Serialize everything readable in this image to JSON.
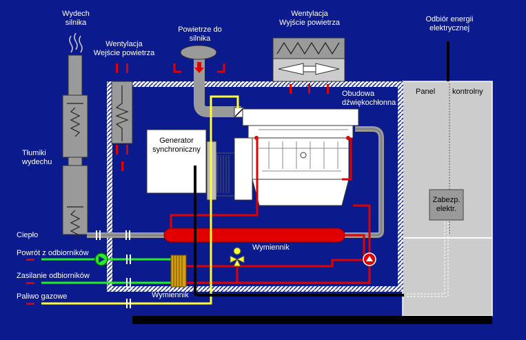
{
  "labels": {
    "exhaust_outlet": [
      "Wydech",
      "silnika"
    ],
    "ventilation_in": [
      "Wentylacja",
      "Wejście powietrza"
    ],
    "engine_air": [
      "Powietrze do",
      "silnika"
    ],
    "ventilation_out": [
      "Wentylacja",
      "Wyjście powietrza"
    ],
    "power_out": [
      "Odbiór energii",
      "elektrycznej"
    ],
    "enclosure": [
      "Obudowa",
      "dźwiękochłonna"
    ],
    "control_panel_left": "Panel",
    "control_panel_right": "kontrolny",
    "generator": [
      "Generator",
      "synchroniczny"
    ],
    "silencers": [
      "Tłumiki",
      "wydechu"
    ],
    "heat": "Ciepło",
    "return": "Powrót z odbiorników",
    "supply": "Zasilanie odbiorników",
    "gas": "Paliwo gazowe",
    "exchanger_top": "Wymiennik",
    "exchanger_bottom": "Wymiennik",
    "protection": [
      "Zabezp.",
      "elektr."
    ]
  },
  "colors": {
    "background": "#0b1a8c",
    "hot_water": "#e00000",
    "cold_water": "#22ee22",
    "gas": "#ffff33",
    "exhaust": "#999999",
    "cable": "#000000",
    "enclosure": "#cccccc"
  }
}
